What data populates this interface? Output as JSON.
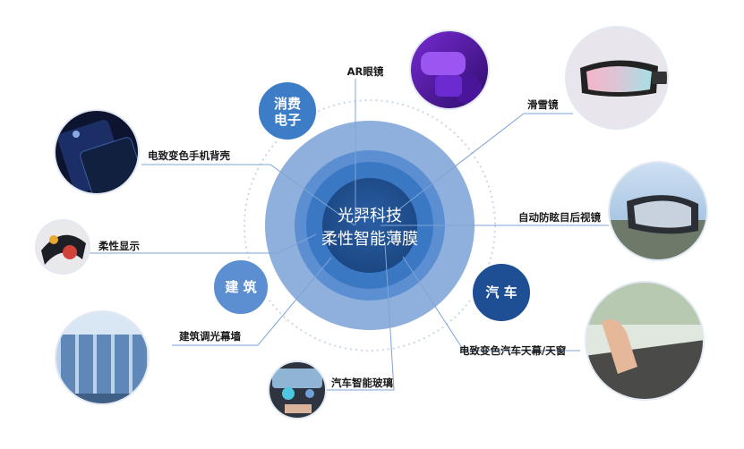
{
  "center": {
    "line1": "光羿科技",
    "line2": "柔性智能薄膜"
  },
  "categories": {
    "consumer": {
      "line1": "消费",
      "line2": "电子"
    },
    "building": "建 筑",
    "auto": "汽 车"
  },
  "applications": {
    "ar_glasses": "AR眼镜",
    "ski_goggles": "滑雪镜",
    "ec_phone_back": "电致变色手机背壳",
    "auto_mirror": "自动防眩目后视镜",
    "flexible_display": "柔性显示",
    "building_curtain_wall": "建筑调光幕墙",
    "auto_sunroof": "电致变色汽车天幕/天窗",
    "auto_glass": "汽车智能玻璃"
  },
  "colors": {
    "outer_ring": "#8fb0dc",
    "mid_ring": "#5b8fd2",
    "inner_ring": "#3a78c4",
    "core": "#1f4e8c",
    "category_bubble": "#3d7dc8",
    "auto_bubble": "#1e4e93",
    "connector": "#7ea3d6"
  }
}
